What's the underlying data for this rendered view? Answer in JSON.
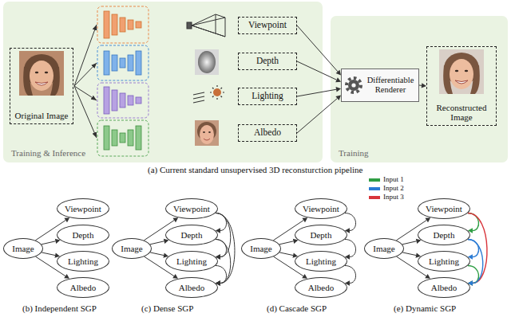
{
  "diagram": {
    "caption": "(a) Current standard unsupervised 3D reconsturction pipeline",
    "nodes": [
      {
        "text": [
          "Training & Inference"
        ]
      },
      {
        "text": [
          "Original Image"
        ],
        "in": 0
      },
      {
        "text": [
          "Viewpoint"
        ],
        "in": 0
      },
      {
        "text": [
          "Depth"
        ],
        "in": 0
      },
      {
        "text": [
          "Lighting"
        ],
        "in": 0
      },
      {
        "text": [
          "Albedo"
        ],
        "in": 0
      },
      {
        "text": [
          "Training"
        ]
      },
      {
        "text": [
          "Differentiable Renderer"
        ],
        "in": 6
      },
      {
        "text": [
          "Reconstructed Image"
        ],
        "in": 6
      },
      {
        "text": [
          "Image"
        ]
      },
      {
        "text": [
          "Viewpoint"
        ]
      },
      {
        "text": [
          "Depth"
        ]
      },
      {
        "text": [
          "Lighting"
        ]
      },
      {
        "text": [
          "Albedo"
        ]
      },
      {
        "text": [
          "Image"
        ]
      },
      {
        "text": [
          "Viewpoint"
        ]
      },
      {
        "text": [
          "Depth"
        ]
      },
      {
        "text": [
          "Lighting"
        ]
      },
      {
        "text": [
          "Albedo"
        ]
      },
      {
        "text": [
          "Image"
        ]
      },
      {
        "text": [
          "Viewpoint"
        ]
      },
      {
        "text": [
          "Depth"
        ]
      },
      {
        "text": [
          "Lighting"
        ]
      },
      {
        "text": [
          "Albedo"
        ]
      },
      {
        "text": [
          "Image"
        ]
      },
      {
        "text": [
          "Viewpoint"
        ]
      },
      {
        "text": [
          "Depth"
        ]
      },
      {
        "text": [
          "Lighting"
        ]
      },
      {
        "text": [
          "Albedo"
        ]
      }
    ],
    "edges": [
      {
        "from": 2,
        "to": 7,
        "arrow": "to"
      },
      {
        "from": 3,
        "to": 7,
        "arrow": "to"
      },
      {
        "from": 4,
        "to": 7,
        "arrow": "to"
      },
      {
        "from": 5,
        "to": 7,
        "arrow": "to"
      },
      {
        "from": 7,
        "to": 8,
        "arrow": "to"
      },
      {
        "from": 9,
        "to": 10,
        "arrow": "to"
      },
      {
        "from": 9,
        "to": 11,
        "arrow": "to"
      },
      {
        "from": 9,
        "to": 12,
        "arrow": "to"
      },
      {
        "from": 9,
        "to": 13,
        "arrow": "to"
      },
      {
        "from": 14,
        "to": 15,
        "arrow": "to"
      },
      {
        "from": 14,
        "to": 16,
        "arrow": "to"
      },
      {
        "from": 14,
        "to": 17,
        "arrow": "to"
      },
      {
        "from": 14,
        "to": 18,
        "arrow": "to"
      },
      {
        "from": 15,
        "to": 16,
        "arrow": "to"
      },
      {
        "from": 15,
        "to": 17,
        "arrow": "to"
      },
      {
        "from": 15,
        "to": 18,
        "arrow": "to"
      },
      {
        "from": 16,
        "to": 17,
        "arrow": "to"
      },
      {
        "from": 16,
        "to": 18,
        "arrow": "to"
      },
      {
        "from": 17,
        "to": 18,
        "arrow": "to"
      },
      {
        "from": 19,
        "to": 20,
        "arrow": "to"
      },
      {
        "from": 19,
        "to": 21,
        "arrow": "to"
      },
      {
        "from": 19,
        "to": 22,
        "arrow": "to"
      },
      {
        "from": 19,
        "to": 23,
        "arrow": "to"
      },
      {
        "from": 20,
        "to": 21,
        "arrow": "to"
      },
      {
        "from": 21,
        "to": 22,
        "arrow": "to"
      },
      {
        "from": 22,
        "to": 23,
        "arrow": "to"
      },
      {
        "from": 24,
        "to": 25,
        "arrow": "to"
      },
      {
        "from": 24,
        "to": 26,
        "arrow": "to"
      },
      {
        "from": 24,
        "to": 27,
        "arrow": "to"
      },
      {
        "from": 24,
        "to": 28,
        "arrow": "to"
      },
      {
        "from": 25,
        "to": 26,
        "arrow": "to"
      },
      {
        "from": 25,
        "to": 28,
        "arrow": "to"
      },
      {
        "from": 26,
        "to": 27,
        "arrow": "to"
      },
      {
        "from": 27,
        "to": 28,
        "arrow": "to"
      },
      {
        "from": 26,
        "to": 28,
        "arrow": "to"
      }
    ],
    "labels": [
      "(b) Independent SGP",
      "(c) Dense SGP",
      "(d) Cascade SGP",
      "(e) Dynamic SGP"
    ],
    "legend": [
      {
        "text": "Input 1",
        "color": "#2f9e44"
      },
      {
        "text": "Input 2",
        "color": "#2b7bd4"
      },
      {
        "text": "Input 3",
        "color": "#d8343a"
      }
    ]
  }
}
